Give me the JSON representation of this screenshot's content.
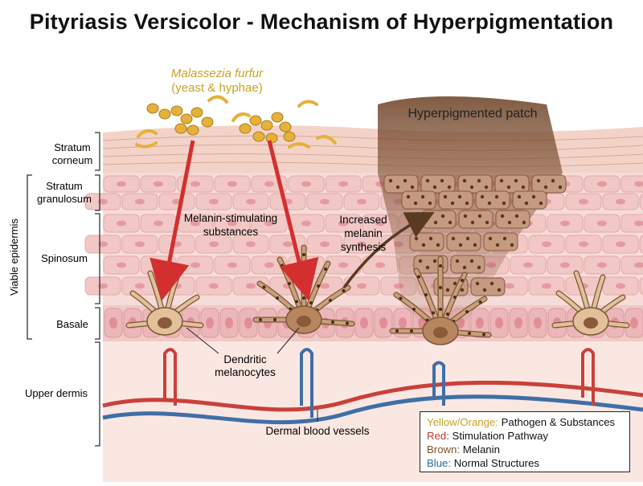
{
  "title": "Pityriasis Versicolor - Mechanism of Hyperpigmentation",
  "pathogen": {
    "name": "Malassezia furfur",
    "form": "(yeast & hyphae)"
  },
  "patch_label": "Hyperpigmented patch",
  "layers": {
    "stratum_corneum": [
      "Stratum",
      "corneum"
    ],
    "stratum_granulosum": [
      "Stratum",
      "granulosum"
    ],
    "spinosum": "Spinosum",
    "basale": "Basale",
    "upper_dermis": "Upper dermis",
    "viable_epidermis": "Viable epidermis"
  },
  "annotations": {
    "stimulating": [
      "Melanin-stimulating",
      "substances"
    ],
    "increased": [
      "Increased",
      "melanin",
      "synthesis"
    ],
    "melanocytes": [
      "Dendritic",
      "melanocytes"
    ],
    "vessels": "Dermal blood vessels"
  },
  "legend": [
    {
      "key": "Yellow/Orange:",
      "text": "Pathogen & Substances",
      "color": "#c9a227"
    },
    {
      "key": "Red:",
      "text": "Stimulation Pathway",
      "color": "#c0392b"
    },
    {
      "key": "Brown:",
      "text": "Melanin",
      "color": "#7a5230"
    },
    {
      "key": "Blue:",
      "text": "Normal Structures",
      "color": "#2c6aa0"
    }
  ],
  "colors": {
    "skin": "#f6dcd8",
    "cell": "#f2c8c6",
    "nucleus": "#e59aa2",
    "melanin": "#8a5a3b",
    "pathogen": "#e6b13a",
    "arrow_red": "#d32f2f",
    "vessel_red": "#c8413a",
    "vessel_blue": "#3f6fa6"
  }
}
